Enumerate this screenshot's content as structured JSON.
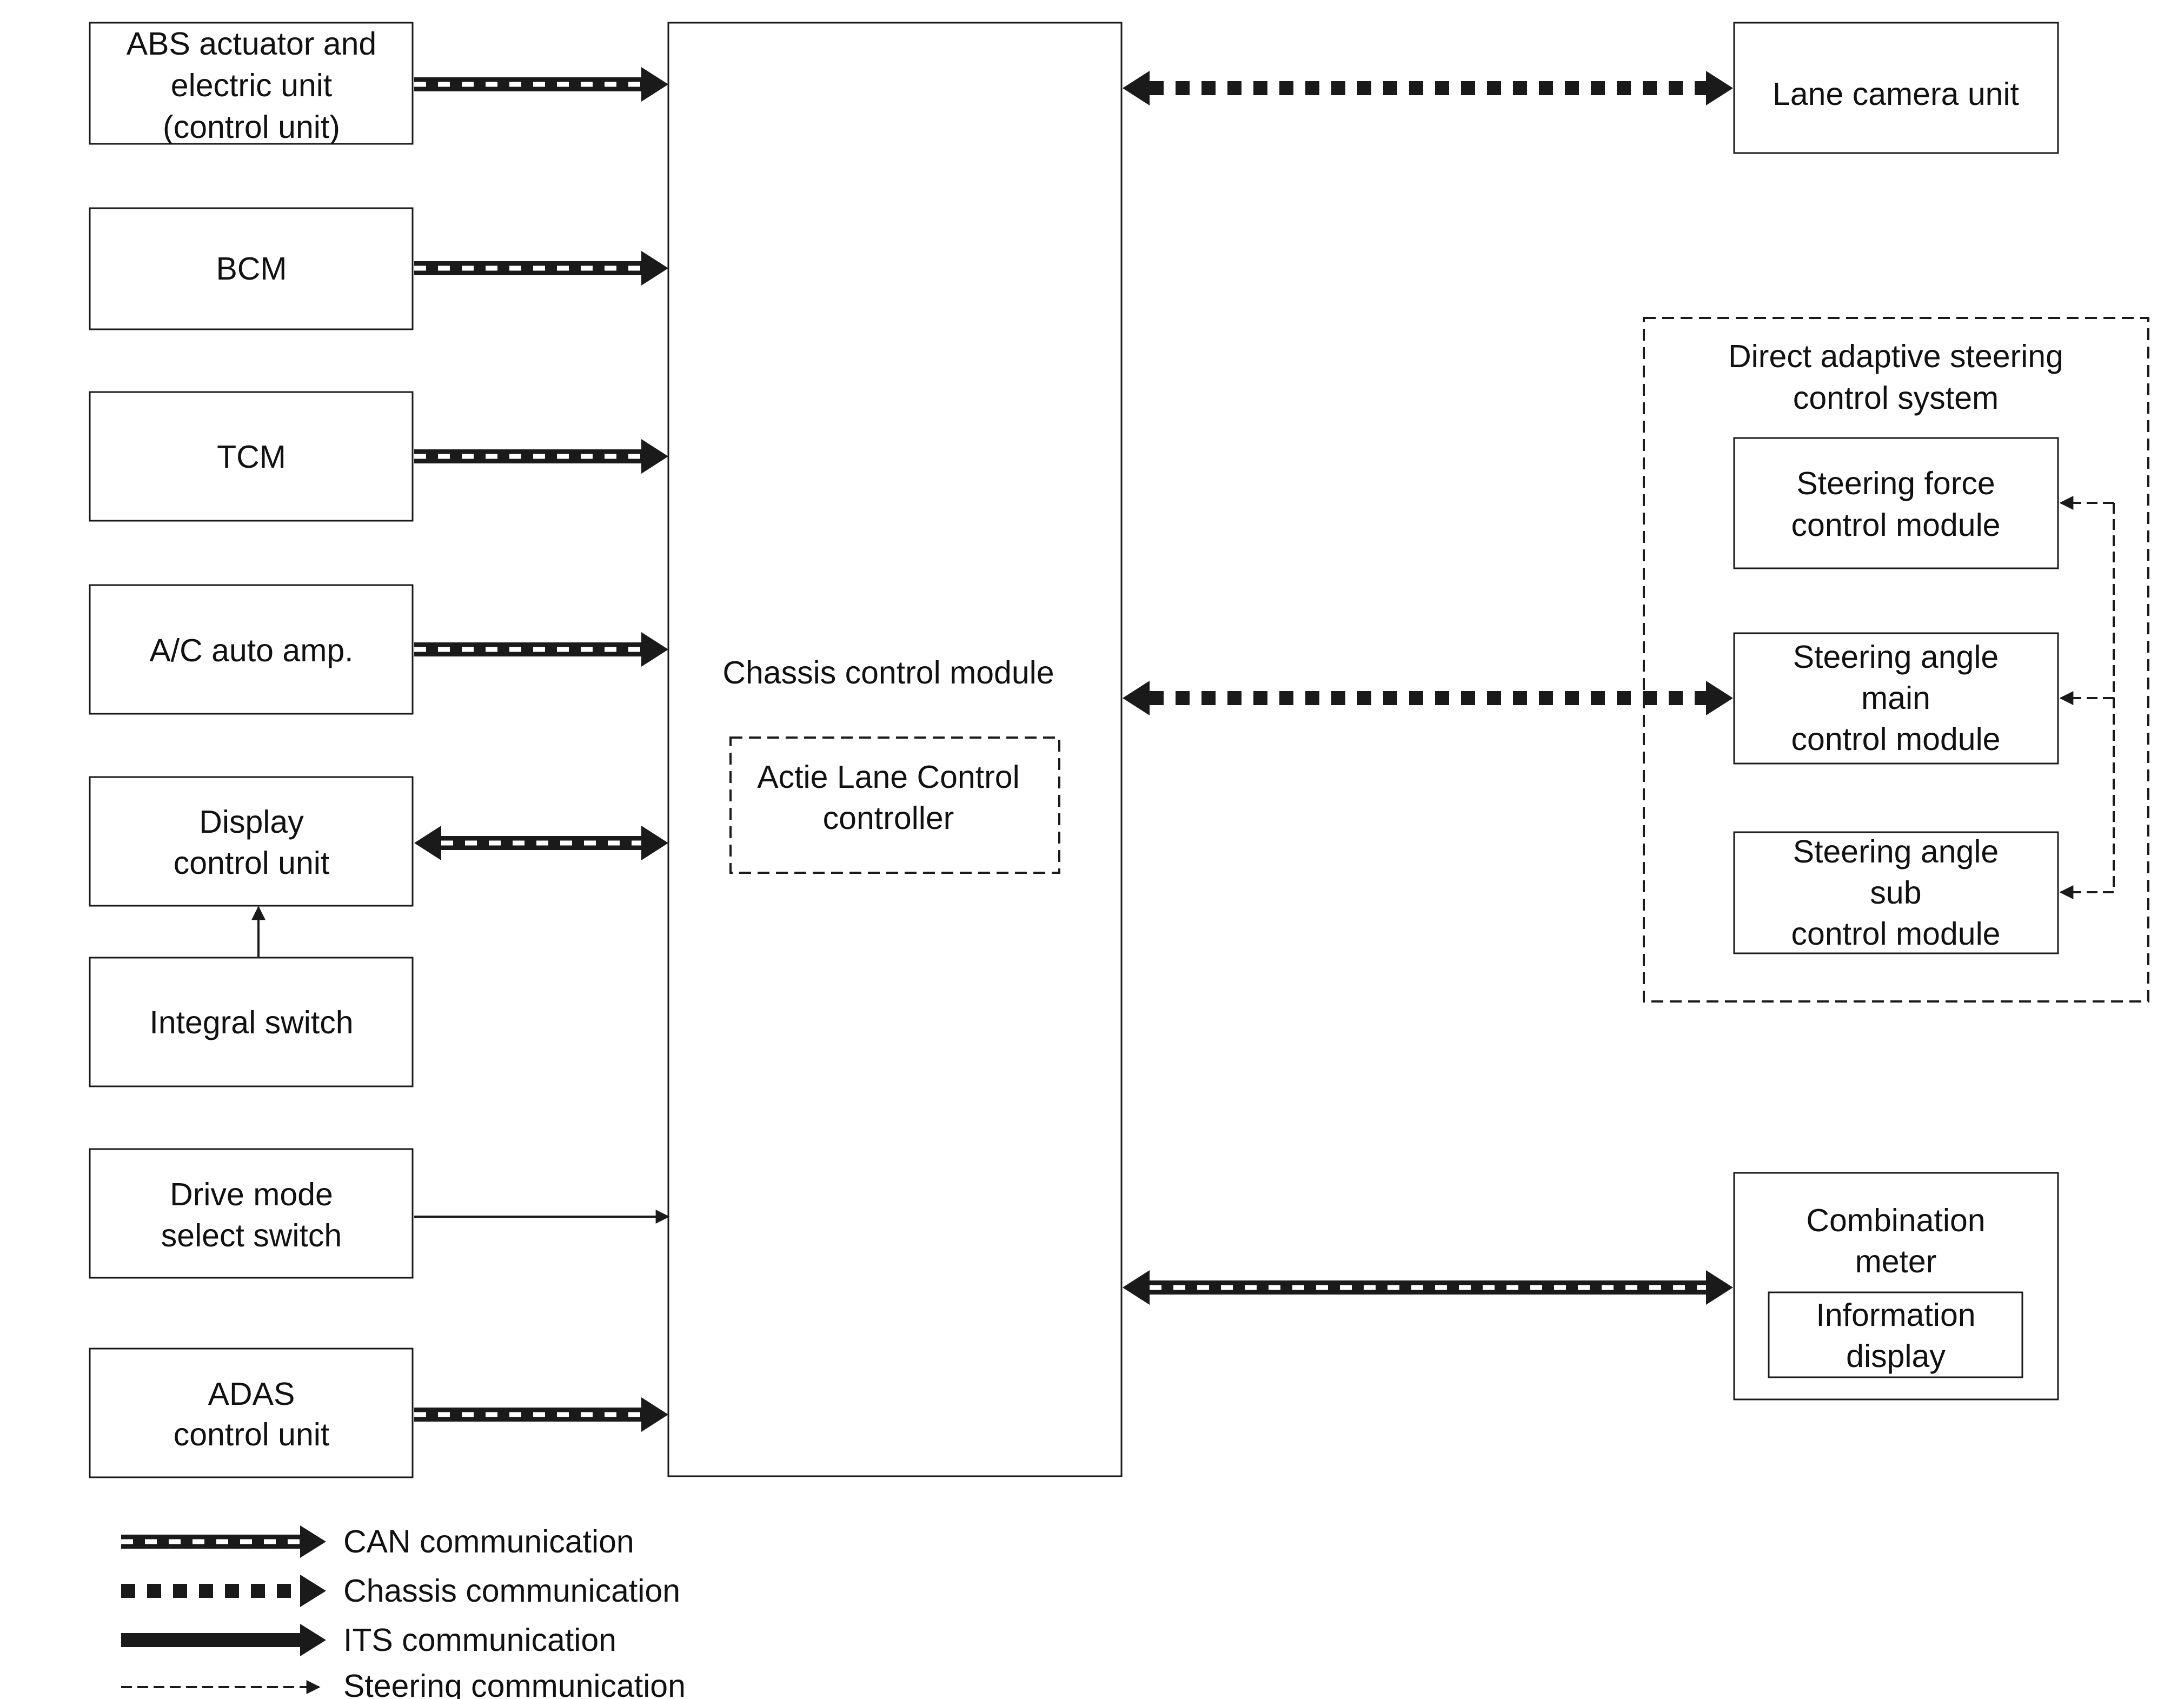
{
  "colors": {
    "ink": "#1a1a1a",
    "background": "#ffffff"
  },
  "central_module": {
    "title": "Chassis control module",
    "sub_box": [
      "Actie Lane Control",
      "controller"
    ]
  },
  "left_units": {
    "abs": [
      "ABS actuator and",
      "electric unit",
      "(control unit)"
    ],
    "bcm": [
      "BCM"
    ],
    "tcm": [
      "TCM"
    ],
    "ac": [
      "A/C auto amp."
    ],
    "display": [
      "Display",
      "control unit"
    ],
    "integral": [
      "Integral switch"
    ],
    "drive_mode": [
      "Drive mode",
      "select switch"
    ],
    "adas": [
      "ADAS",
      "control unit"
    ]
  },
  "right_units": {
    "lane_camera": [
      "Lane camera unit"
    ],
    "das_group": [
      "Direct adaptive steering",
      "control system"
    ],
    "steering_force": [
      "Steering force",
      "control module"
    ],
    "steering_main": [
      "Steering angle",
      "main",
      "control module"
    ],
    "steering_sub": [
      "Steering angle",
      "sub",
      "control module"
    ],
    "combination_meter": [
      "Combination",
      "meter"
    ],
    "info_display": [
      "Information",
      "display"
    ]
  },
  "legend": {
    "can": "CAN communication",
    "chassis": "Chassis communication",
    "its": "ITS communication",
    "steering": "Steering communication"
  }
}
